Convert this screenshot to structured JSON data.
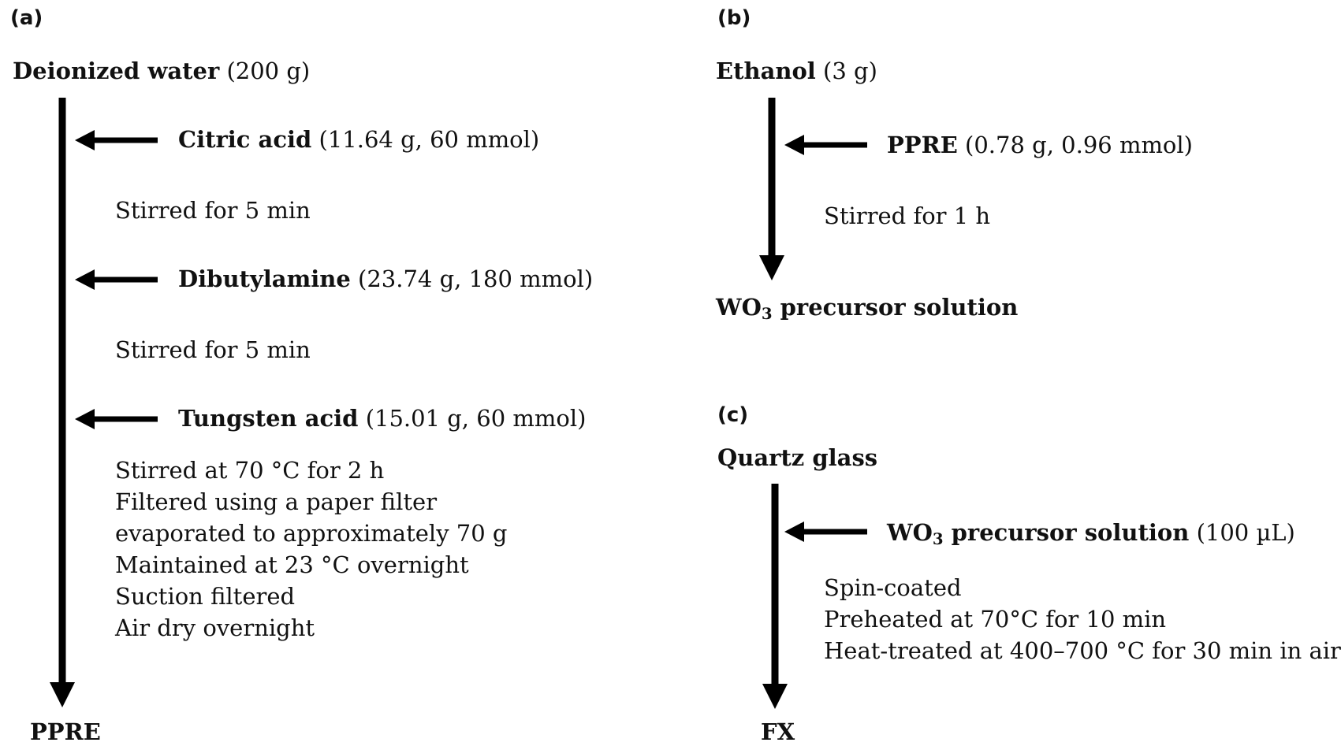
{
  "panel_a": {
    "label": "(a)",
    "start": {
      "name": "Deionized water",
      "amount": "(200 g)"
    },
    "additions": [
      {
        "name": "Citric acid",
        "amount": "(11.64 g, 60 mmol)"
      },
      {
        "name": "Dibutylamine",
        "amount": "(23.74 g, 180 mmol)"
      },
      {
        "name": "Tungsten acid",
        "amount": "(15.01 g, 60 mmol)"
      }
    ],
    "step_1": "Stirred for 5 min",
    "step_2": "Stirred for 5 min",
    "steps_3": [
      "Stirred at 70 °C for 2 h",
      "Filtered using a paper filter",
      "evaporated to approximately 70 g",
      "Maintained at 23 °C overnight",
      "Suction filtered",
      "Air dry overnight"
    ],
    "product": "PPRE"
  },
  "panel_b": {
    "label": "(b)",
    "start": {
      "name": "Ethanol",
      "amount": "(3 g)"
    },
    "addition": {
      "name": "PPRE",
      "amount": "(0.78 g, 0.96 mmol)"
    },
    "step": "Stirred for 1 h",
    "product": {
      "prefix": "WO",
      "subscript": "3",
      "suffix": " precursor solution"
    }
  },
  "panel_c": {
    "label": "(c)",
    "start": "Quartz glass",
    "addition": {
      "prefix": "WO",
      "subscript": "3",
      "suffix": " precursor solution",
      "amount": "(100 µL)"
    },
    "steps": [
      "Spin-coated",
      "Preheated at 70°C for 10 min",
      "Heat-treated at 400–700 °C for 30 min in air"
    ],
    "product": "FX"
  }
}
